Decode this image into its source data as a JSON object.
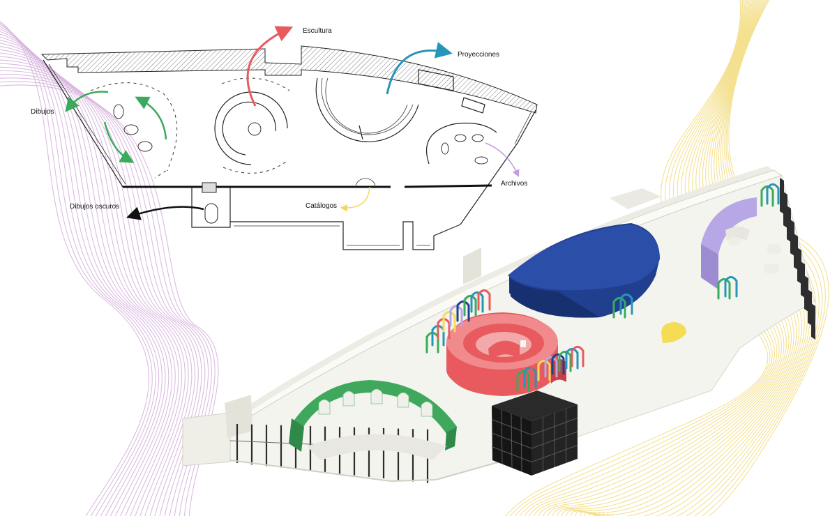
{
  "zones": [
    {
      "id": "escultura",
      "label": "Escultura",
      "color": "#e85a5e"
    },
    {
      "id": "proyecciones",
      "label": "Proyecciones",
      "color": "#2596b8"
    },
    {
      "id": "dibujos",
      "label": "Dibujos",
      "color": "#3aaa5c"
    },
    {
      "id": "archivos",
      "label": "Archivos",
      "color": "#c79be0"
    },
    {
      "id": "catalogos",
      "label": "Catálogos",
      "color": "#f2d75c"
    },
    {
      "id": "dibujos_oscuros",
      "label": "Dibujos oscuros",
      "color": "#111111"
    }
  ],
  "palette": {
    "contour_left": "#d7b4de",
    "contour_right": "#f3df8c",
    "volume_green": "#3fa85c",
    "volume_red": "#e85a5e",
    "volume_blue": "#213f8f",
    "volume_lilac": "#b7a7e6",
    "volume_black": "#1b1b1b",
    "volume_yellow": "#f4dd55",
    "floor": "#f4f4ef",
    "wall_top": "#fafaf6"
  }
}
